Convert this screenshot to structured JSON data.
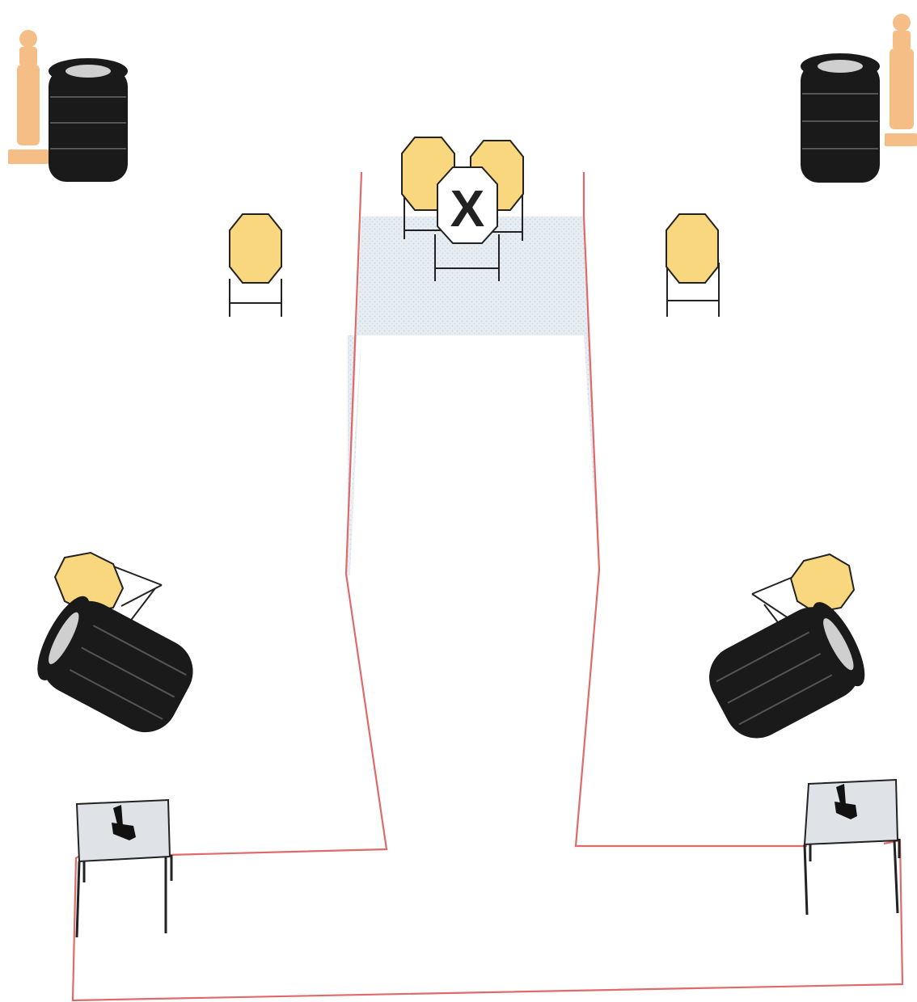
{
  "diagram": {
    "type": "shooting-stage-layout",
    "colors": {
      "background": "#ffffff",
      "fault_line": "#e06a6a",
      "shooting_box_fill": "#dde6ef",
      "steel_target": "#f8d77e",
      "steel_outline": "#222222",
      "no_shoot_target": "#ffffff",
      "tire": "#1a1a1a",
      "tire_highlight": "#cfcfcf",
      "table_top": "#dfe3e8",
      "mannequin": "#f5b87a",
      "gun": "#111111"
    },
    "elements": {
      "no_shoot_mark": "X",
      "steel_targets": 6,
      "no_shoot_targets": 1,
      "tire_stacks": 4,
      "tables": 2,
      "pistols": 2,
      "mannequins": 2
    },
    "icons": [
      "steel-target-icon",
      "no-shoot-target-icon",
      "tire-stack-icon",
      "table-icon",
      "pistol-icon",
      "mannequin-icon"
    ]
  }
}
